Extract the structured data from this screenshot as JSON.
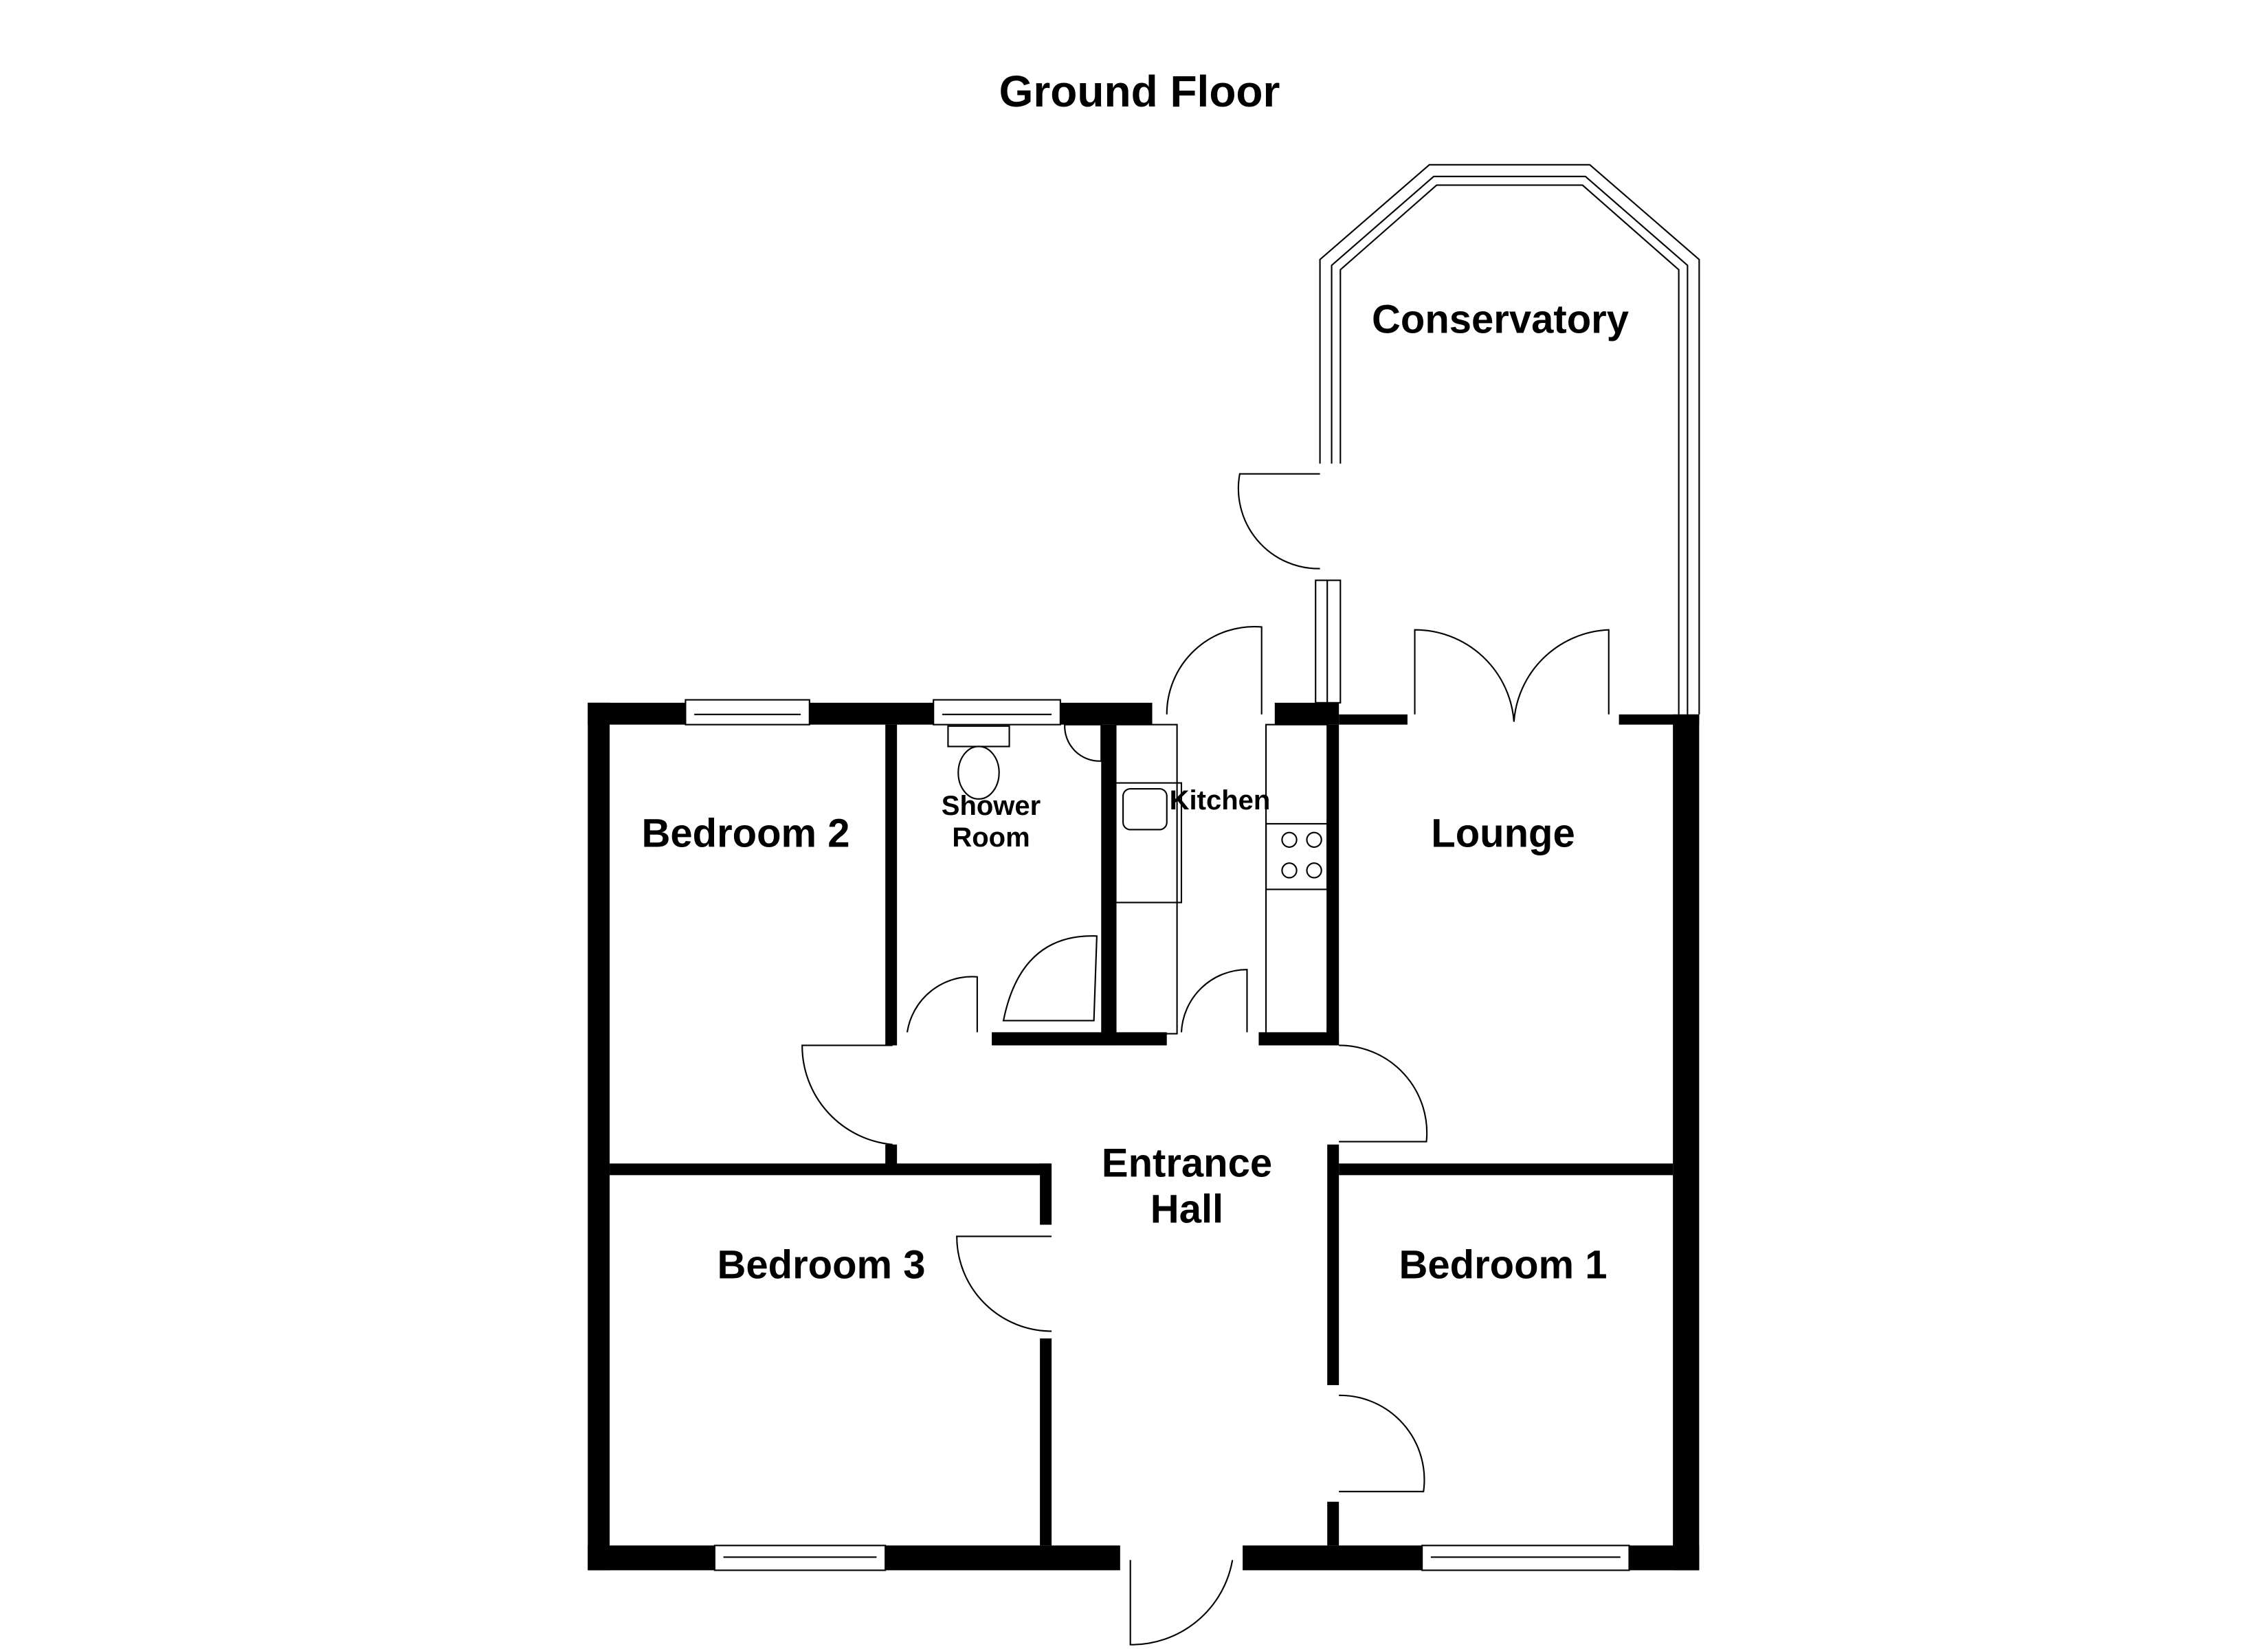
{
  "title": "Ground Floor",
  "rooms": {
    "conservatory": "Conservatory",
    "kitchen": "Kitchen",
    "shower_room_line1": "Shower",
    "shower_room_line2": "Room",
    "bedroom2": "Bedroom 2",
    "lounge": "Lounge",
    "entrance_hall_line1": "Entrance",
    "entrance_hall_line2": "Hall",
    "bedroom3": "Bedroom 3",
    "bedroom1": "Bedroom 1"
  },
  "colors": {
    "wall": "#000000",
    "background": "#ffffff"
  }
}
